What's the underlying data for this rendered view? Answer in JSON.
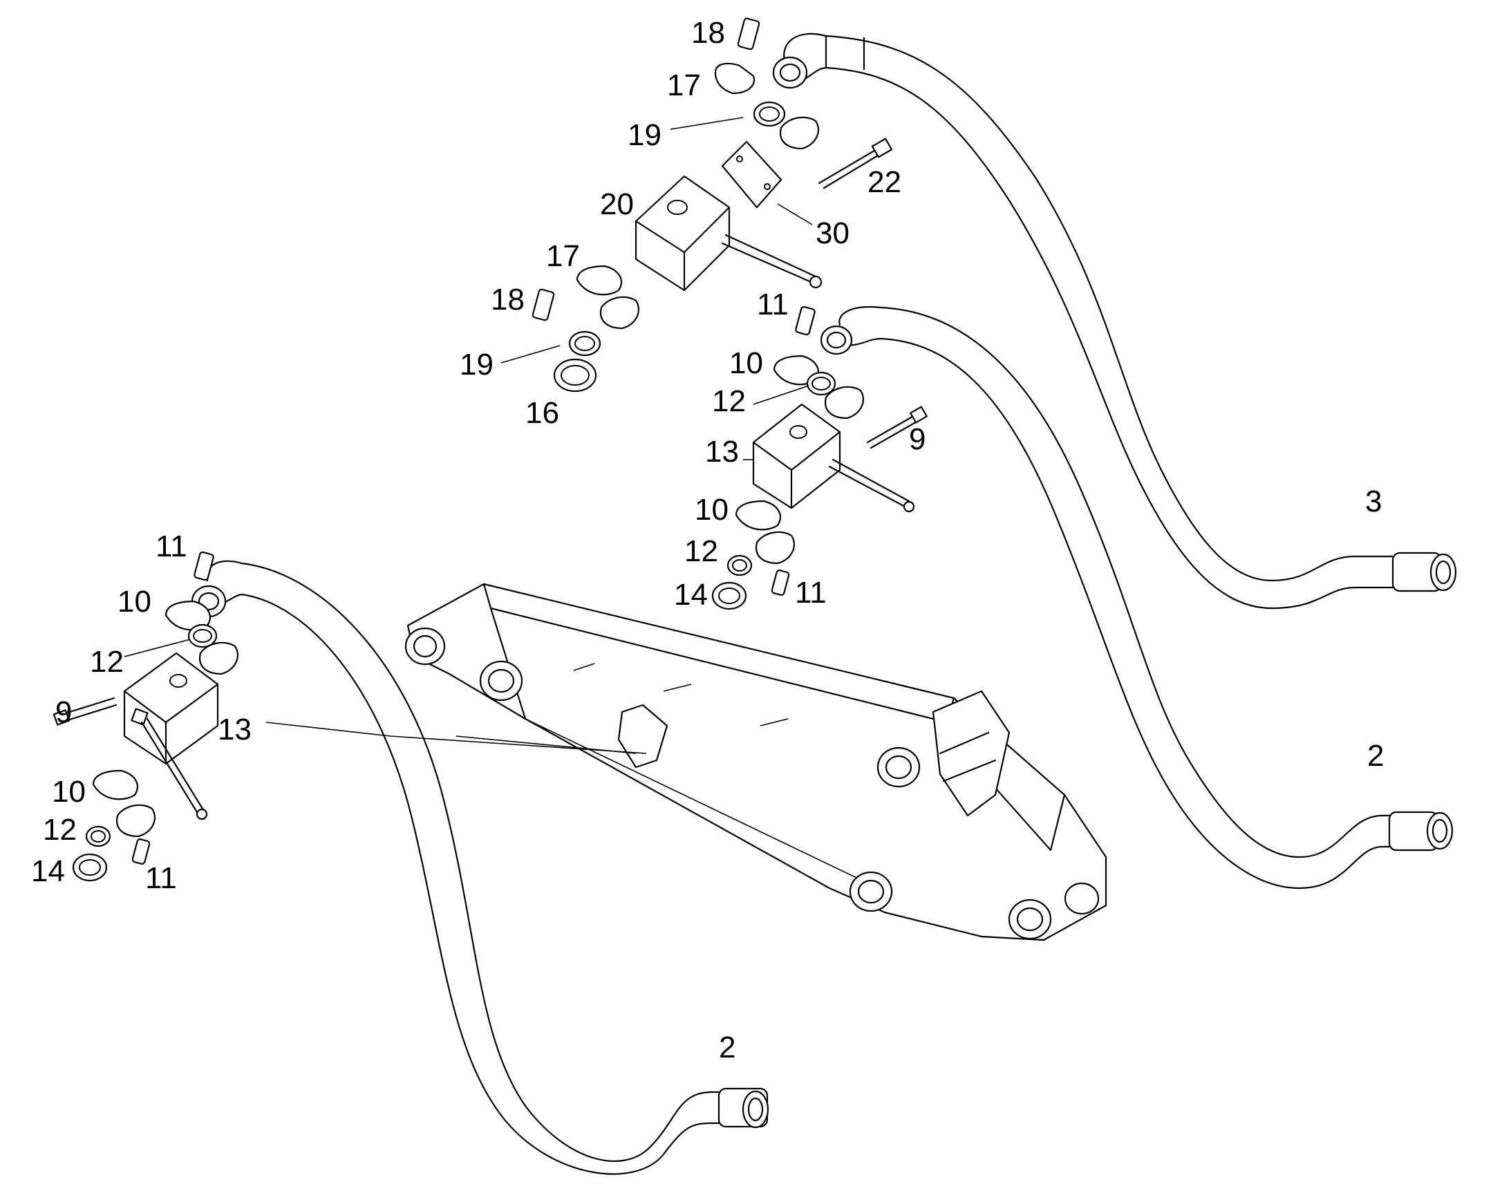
{
  "callouts": {
    "c18a": "18",
    "c17a": "17",
    "c19a": "19",
    "c22": "22",
    "c20": "20",
    "c30": "30",
    "c17b": "17",
    "c18b": "18",
    "c19b": "19",
    "c16": "16",
    "c11a": "11",
    "c10a": "10",
    "c12a": "12",
    "c9a": "9",
    "c13a": "13",
    "c10b": "10",
    "c12b": "12",
    "c14a": "14",
    "c11b": "11",
    "c3": "3",
    "c2a": "2",
    "c2b": "2",
    "c11c": "11",
    "c10c": "10",
    "c12c": "12",
    "c9b": "9",
    "c13b": "13",
    "c10d": "10",
    "c12d": "12",
    "c14b": "14",
    "c11d": "11"
  }
}
